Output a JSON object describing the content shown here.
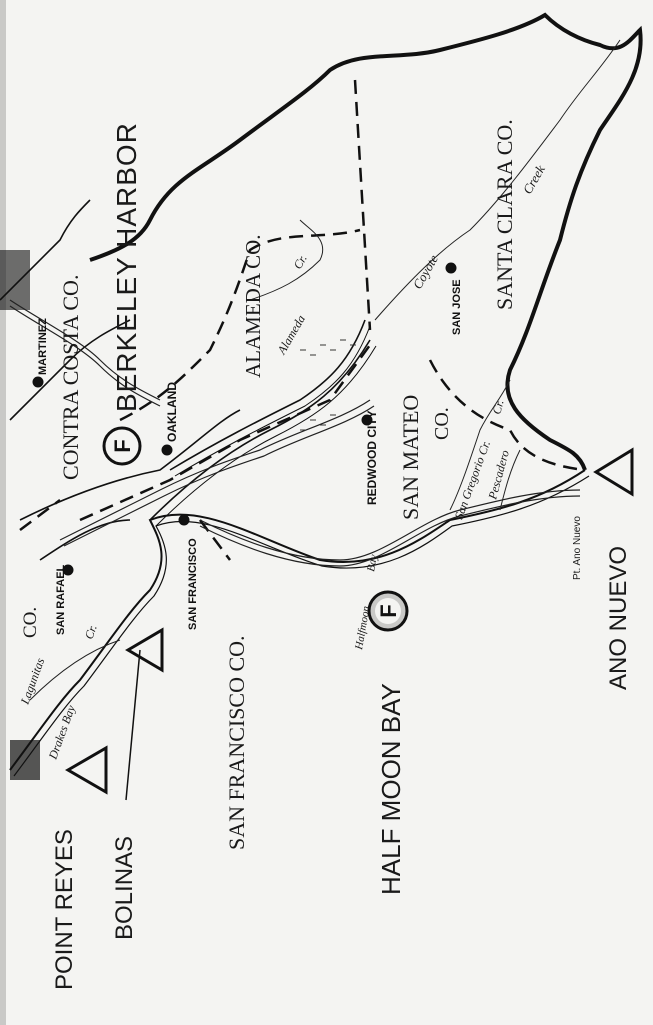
{
  "colors": {
    "paper": "#f4f4f2",
    "ink": "#111111",
    "shade": "#c9c9c7"
  },
  "counties": {
    "contra_costa": "CONTRA COSTA CO.",
    "alameda": "ALAMEDA CO.",
    "santa_clara": "SANTA CLARA CO.",
    "san_mateo": "SAN MATEO",
    "san_mateo_co": "CO.",
    "san_francisco": "SAN FRANCISCO CO.",
    "marin_co": "CO."
  },
  "harbors": {
    "berkeley": {
      "name": "BERKELEY HARBOR",
      "symbol": "F"
    },
    "half_moon": {
      "name": "HALF MOON BAY",
      "symbol": "F"
    }
  },
  "stations": {
    "point_reyes": "POINT REYES",
    "bolinas": "BOLINAS",
    "ano_nuevo": "ANO NUEVO"
  },
  "cities": {
    "martinez": "MARTINEZ",
    "oakland": "OAKLAND",
    "redwood_city": "REDWOOD CITY",
    "san_jose": "SAN JOSE",
    "san_rafael": "SAN RAFAEL",
    "san_francisco": "SAN FRANCISCO"
  },
  "waters": {
    "coyote_creek_1": "Coyote",
    "coyote_creek_2": "Creek",
    "alameda_creek_1": "Alameda",
    "alameda_creek_2": "Cr.",
    "san_gregorio": "San Gregorio Cr.",
    "pescadero": "Pescadero",
    "pescadero_cr": "Cr.",
    "lagunitas": "Lagunitas",
    "lagunitas_cr": "Cr.",
    "drakes_bay": "Drakes Bay",
    "halfmoon_1": "Halfmoon",
    "halfmoon_2": "Bay",
    "pt_ano_nuevo": "Pt. Ano Nuevo"
  }
}
